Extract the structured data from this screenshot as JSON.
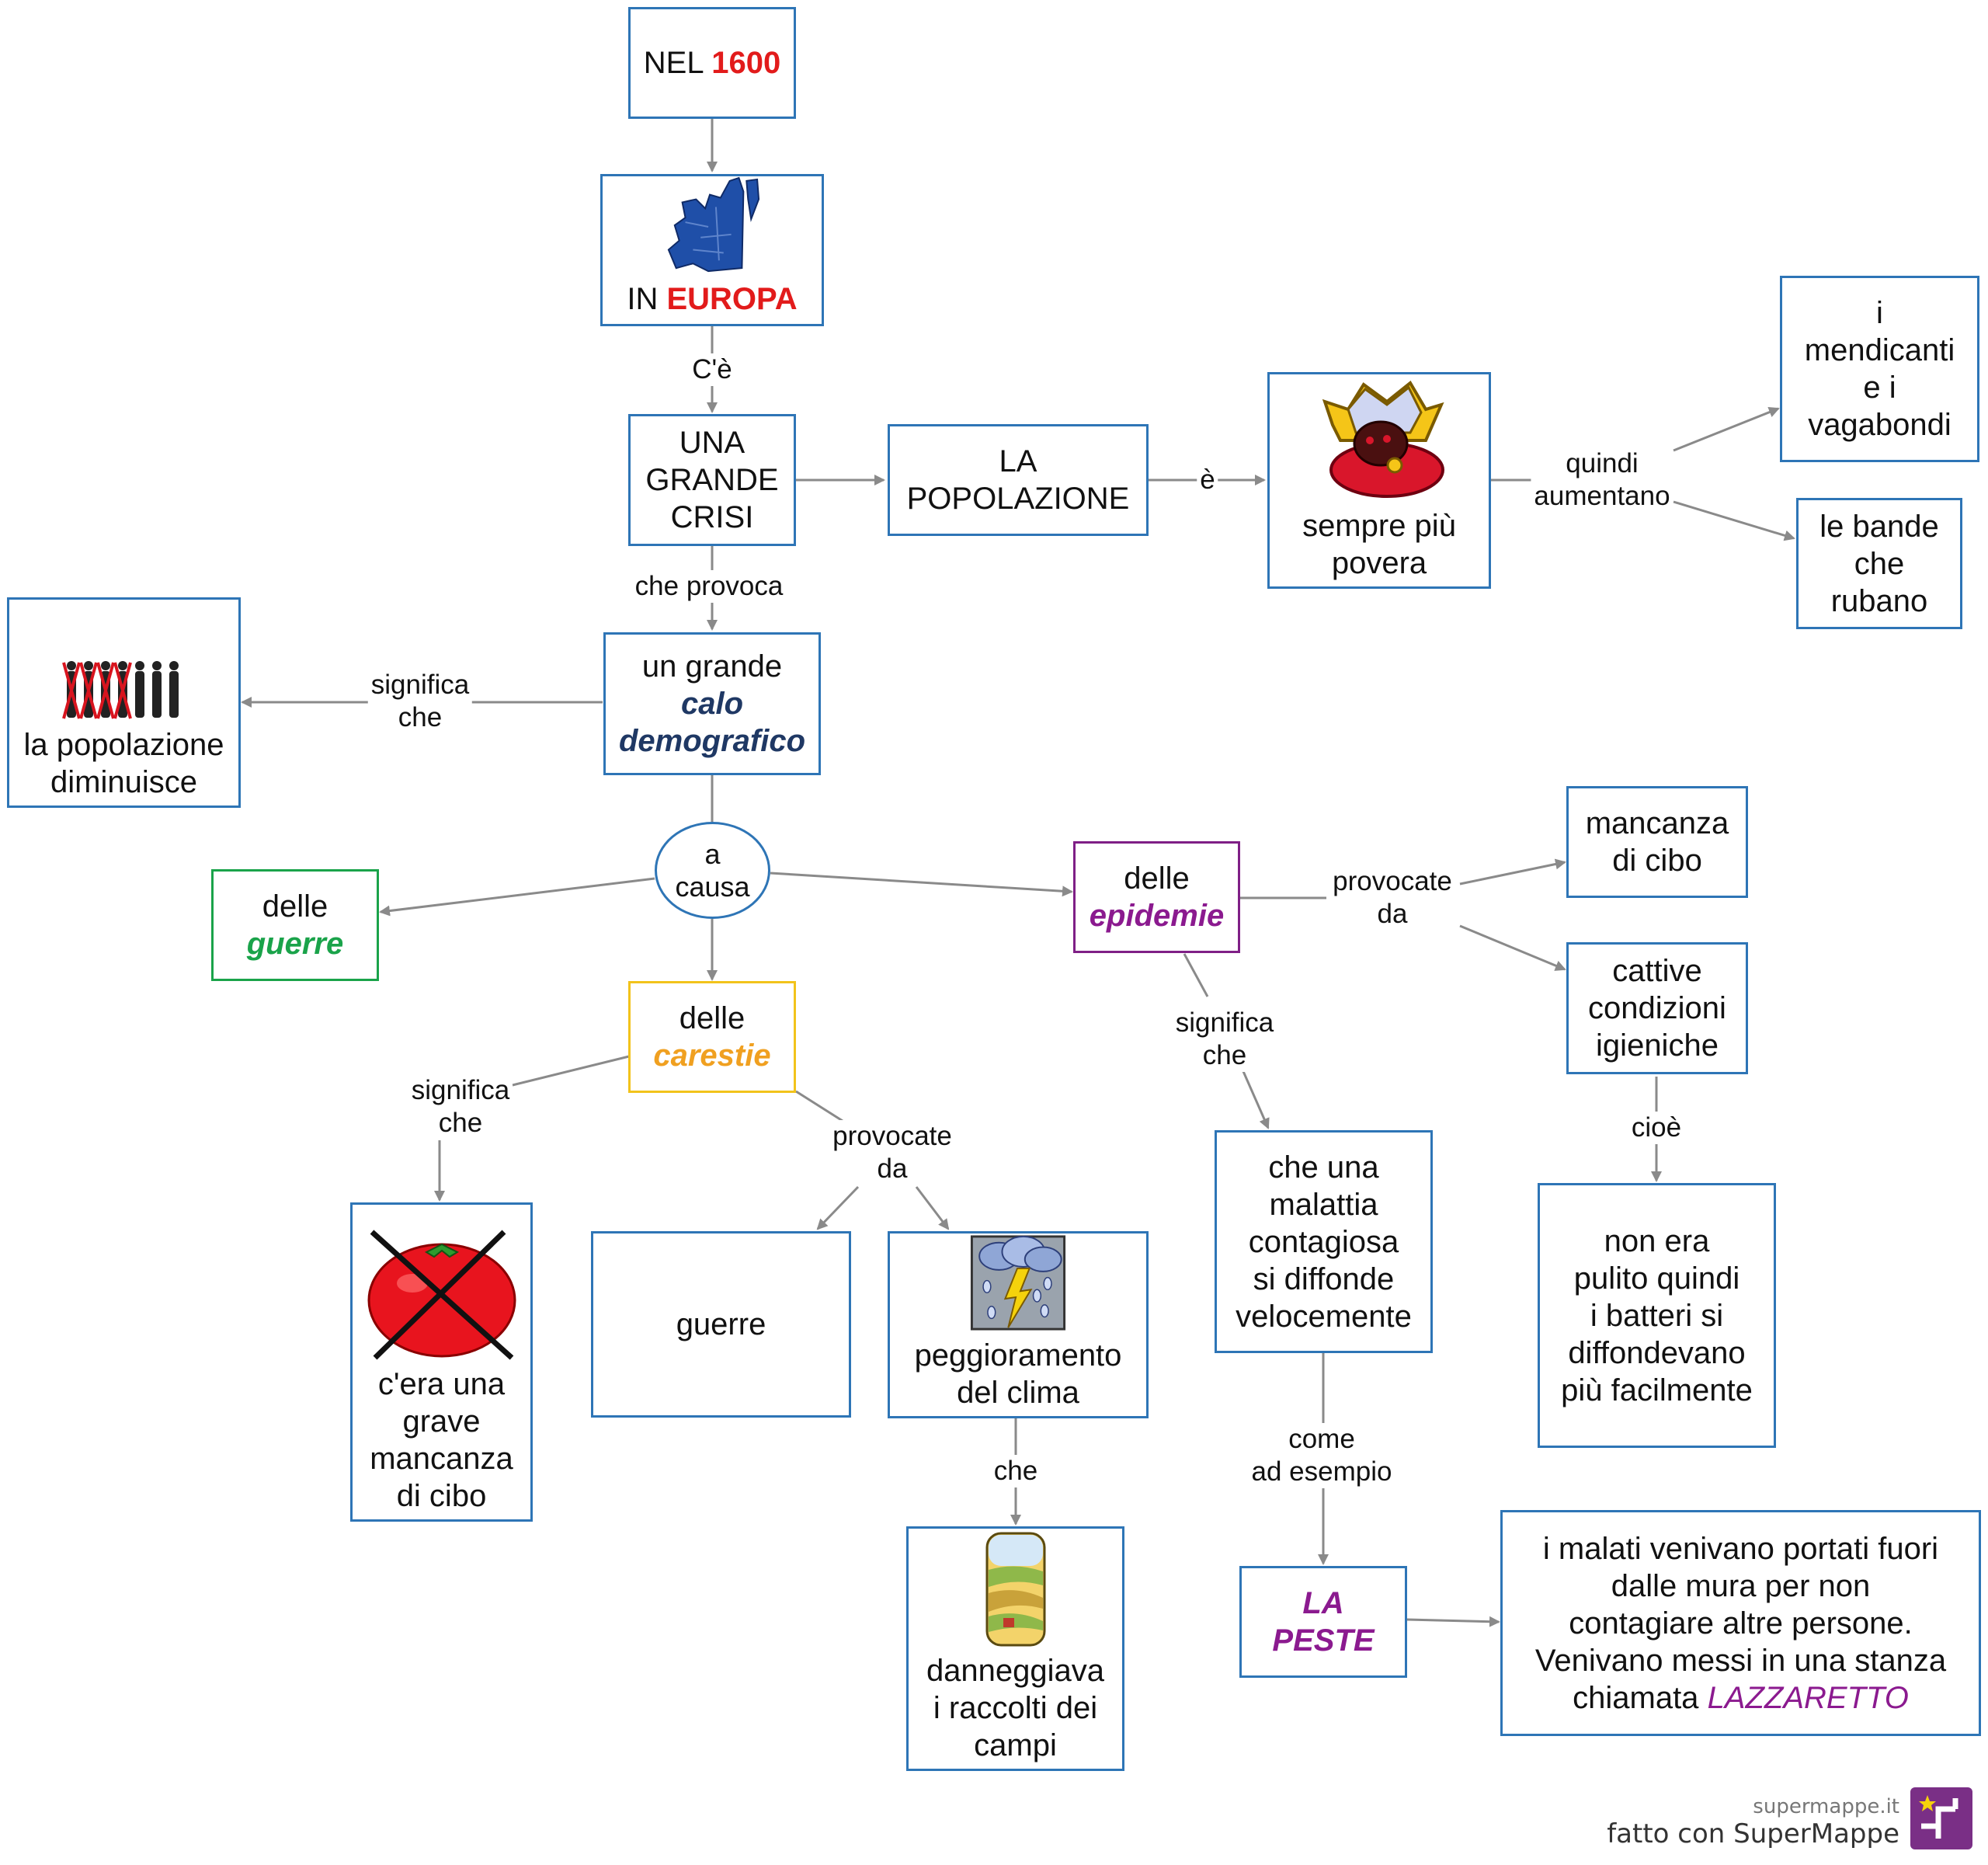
{
  "nodes": {
    "nel1600": {
      "prefix": "NEL",
      "highlight": "1600"
    },
    "europa": {
      "prefix": "IN",
      "highlight": "EUROPA",
      "icon": "europe-map-icon"
    },
    "crisi": {
      "text": "UNA\nGRANDE\nCRISI"
    },
    "popolazione": {
      "text": "LA\nPOPOLAZIONE"
    },
    "povera": {
      "text": "sempre più\npovera",
      "icon": "empty-purse-icon"
    },
    "mendicanti": {
      "text": "i\nmendicanti\ne i\nvagabondi"
    },
    "bande": {
      "text": "le bande\nche\nrubano"
    },
    "calo": {
      "line1": "un grande",
      "em1": "calo",
      "em2": "demografico"
    },
    "diminuisce": {
      "text": "la popolazione\ndiminuisce",
      "icon": "people-crossed-out-icon"
    },
    "causa": {
      "text": "a\ncausa"
    },
    "guerre": {
      "prefix": "delle",
      "em": "guerre"
    },
    "carestie": {
      "prefix": "delle",
      "em": "carestie"
    },
    "epidemie": {
      "prefix": "delle",
      "em": "epidemie"
    },
    "mancanzaCibo": {
      "text": "mancanza\ndi cibo"
    },
    "condizioni": {
      "text": "cattive\ncondizioni\nigieniche"
    },
    "grave": {
      "text": "c'era una\ngrave\nmancanza\ndi cibo",
      "icon": "crossed-tomato-icon"
    },
    "guerre2": {
      "text": "guerre"
    },
    "clima": {
      "text": "peggioramento\ndel clima",
      "icon": "storm-cloud-icon"
    },
    "danneggiava": {
      "text": "danneggiava\ni raccolti dei\ncampi",
      "icon": "fields-icon"
    },
    "malattia": {
      "text": "che una\nmalattia\ncontagiosa\nsi diffonde\nvelocemente"
    },
    "pulito": {
      "text": "non era\npulito quindi\ni batteri si\ndiffondevano\npiù facilmente"
    },
    "peste": {
      "line1": "LA",
      "line2": "PESTE"
    },
    "lazzaretto": {
      "text": "i malati venivano portati fuori\ndalle mura per non\ncontagiare altre persone.\nVenivano messi in una stanza\nchiamata",
      "highlight": "LAZZARETTO"
    }
  },
  "labels": {
    "ce": "C'è",
    "che_provoca": "che provoca",
    "e": "è",
    "quindi_aumentano": "quindi\naumentano",
    "significa_che_1": "significa\nche",
    "significa_che_2": "significa\nche",
    "significa_che_3": "significa\nche",
    "provocate_da_1": "provocate\nda",
    "provocate_da_2": "provocate\nda",
    "che": "che",
    "cioe": "cioè",
    "come_ad_esempio": "come\nad esempio"
  },
  "footer": {
    "site": "supermappe.it",
    "made": "fatto con SuperMappe",
    "icon": "supermappe-logo-icon"
  },
  "colors": {
    "box_border": "#2e75b6",
    "green": "#1aa34a",
    "yellow": "#f2c31b",
    "purple": "#7f1f86",
    "red": "#e21b1b",
    "navy": "#1f3864",
    "orange": "#f0a020",
    "line": "#8a8a8a"
  }
}
